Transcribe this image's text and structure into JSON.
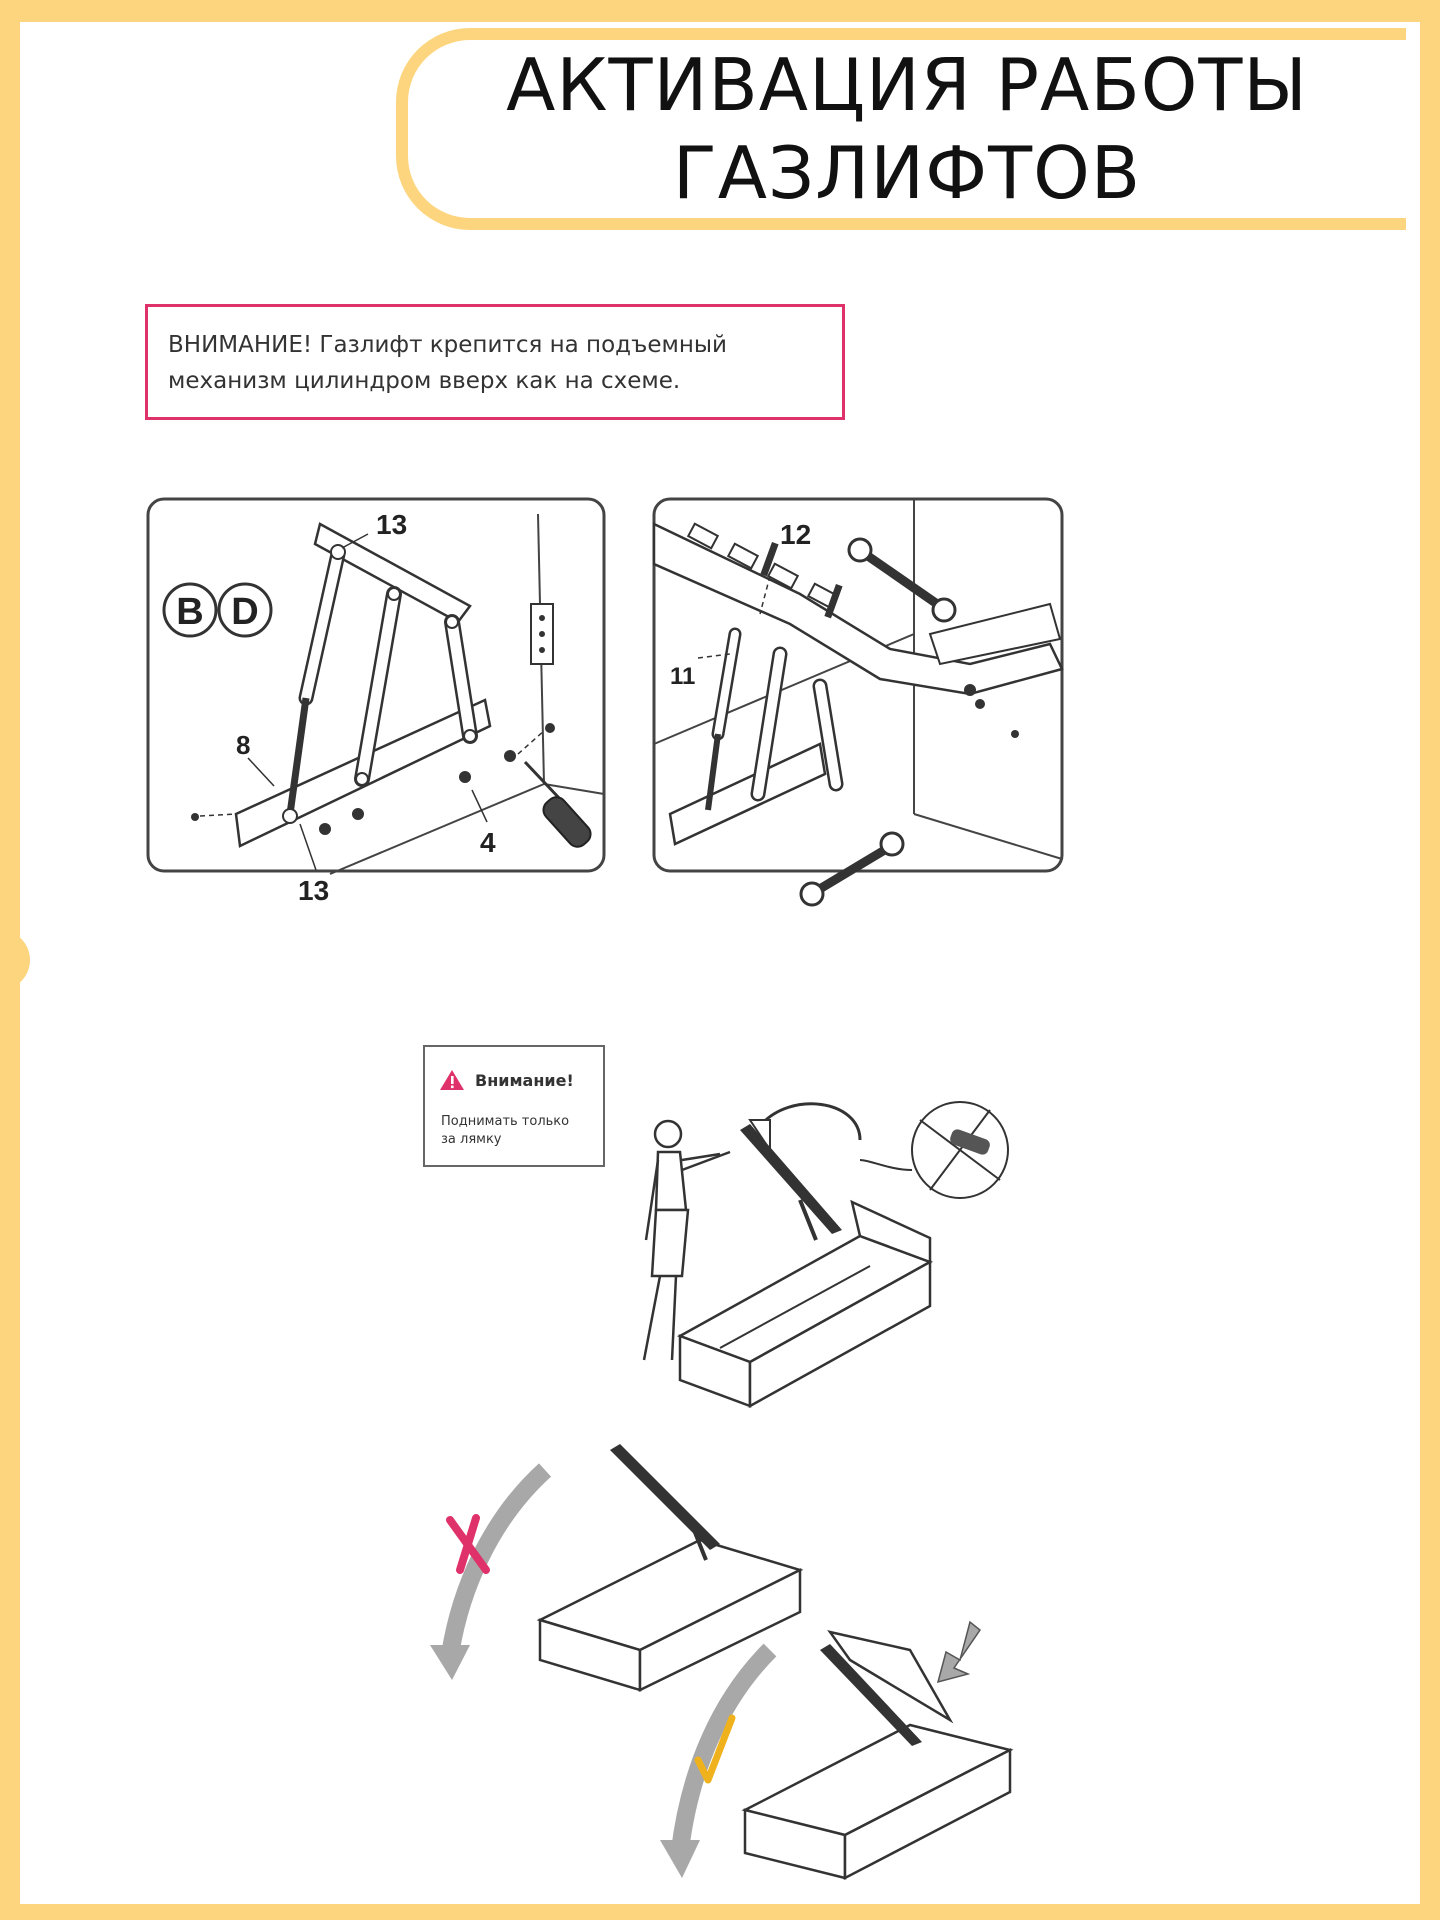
{
  "header": {
    "title_line1": "АКТИВАЦИЯ РАБОТЫ",
    "title_line2": "ГАЗЛИФТОВ"
  },
  "warning": {
    "line1": "ВНИМАНИЕ! Газлифт крепится на подъемный",
    "line2": "механизм цилиндром вверх как на схеме."
  },
  "diagram_left": {
    "badge_1": "B",
    "badge_2": "D",
    "label_top": "13",
    "label_side": "8",
    "label_screw": "4",
    "label_bottom": "13"
  },
  "diagram_right": {
    "label_bolt": "12",
    "label_nut": "11"
  },
  "notice": {
    "title": "Внимание!",
    "line1": "Поднимать только",
    "line2": "за лямку"
  },
  "colors": {
    "frame": "#fdd57e",
    "warning_border": "#e0326a",
    "wrong_mark": "#e0326a",
    "right_mark": "#f0b21c",
    "arrow_gray": "#a8a8a8"
  },
  "icons": [
    "warning-triangle-icon",
    "wrong-cross-icon",
    "correct-check-icon",
    "screwdriver-icon",
    "wrench-icon"
  ]
}
